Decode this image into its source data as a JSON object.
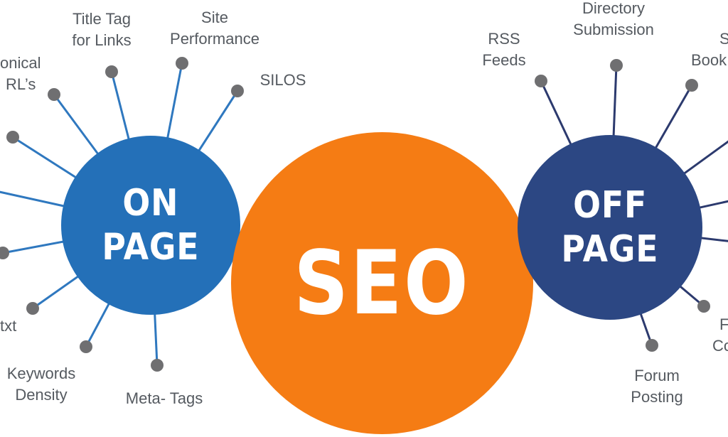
{
  "colors": {
    "on_page": "#2470b8",
    "off_page": "#2c4783",
    "seo": "#f57c14",
    "on_spoke": "#2f78bf",
    "off_spoke": "#2c3a6e",
    "dot": "#6f6f71",
    "label": "#555a60"
  },
  "hubs": {
    "on_page": {
      "lines": [
        "ON",
        "PAGE"
      ]
    },
    "seo": {
      "lines": [
        "SEO"
      ]
    },
    "off_page": {
      "lines": [
        "OFF",
        "PAGE"
      ]
    }
  },
  "labels": {
    "canonical": [
      "onical",
      "RL’s"
    ],
    "title_tag": [
      "Title Tag",
      "for Links"
    ],
    "site_performance": [
      "Site",
      "Performance"
    ],
    "silos": [
      "SILOS"
    ],
    "txt": [
      "txt"
    ],
    "keywords_density": [
      "Keywords",
      "Density"
    ],
    "meta_tags": [
      "Meta- Tags"
    ],
    "rss_feeds": [
      "RSS",
      "Feeds"
    ],
    "directory_submission": [
      "Directory",
      "Submission"
    ],
    "bookmarking": [
      "S",
      "Book"
    ],
    "forum_posting": [
      "Forum",
      "Posting"
    ],
    "comments": [
      "F",
      "Co"
    ]
  }
}
